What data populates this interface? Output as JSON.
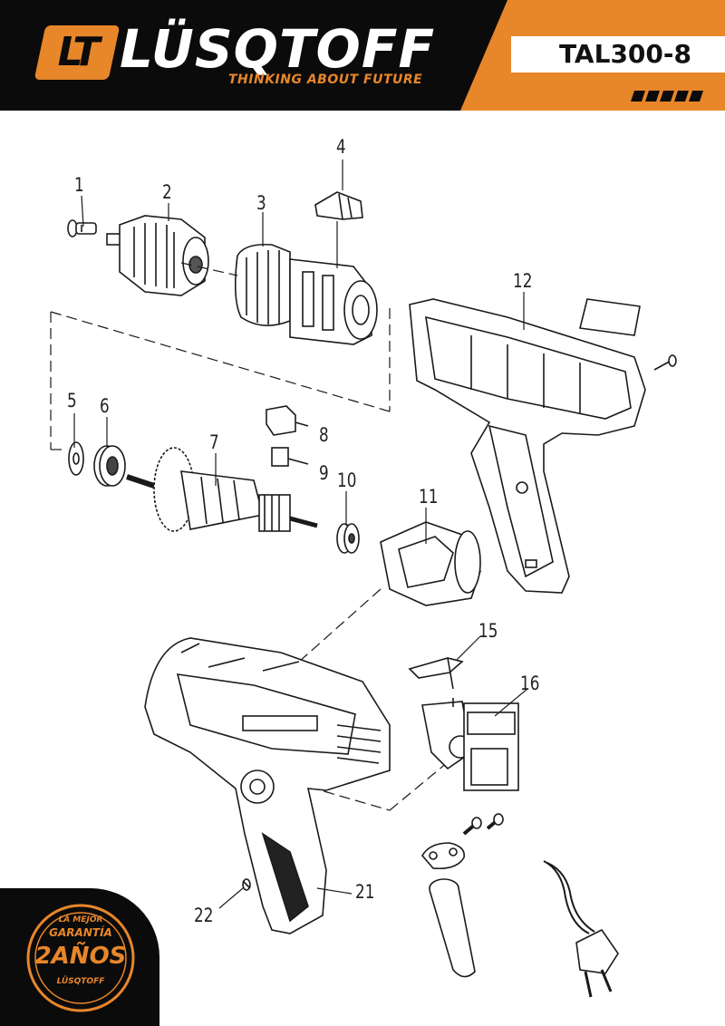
{
  "header": {
    "logo_mark": "LT",
    "brand": "LÜSQTOFF",
    "tagline": "THINKING ABOUT FUTURE",
    "model": "TAL300-8"
  },
  "parts": [
    "1",
    "2",
    "3",
    "4",
    "5",
    "6",
    "7",
    "8",
    "9",
    "10",
    "11",
    "12",
    "15",
    "16",
    "21",
    "22"
  ],
  "warranty": {
    "line1": "LA MEJOR",
    "line2": "GARANTÍA",
    "line3": "2AÑOS",
    "line4": "LÜSQTOFF"
  },
  "colors": {
    "accent": "#e8862a",
    "dark": "#0b0b0b"
  }
}
